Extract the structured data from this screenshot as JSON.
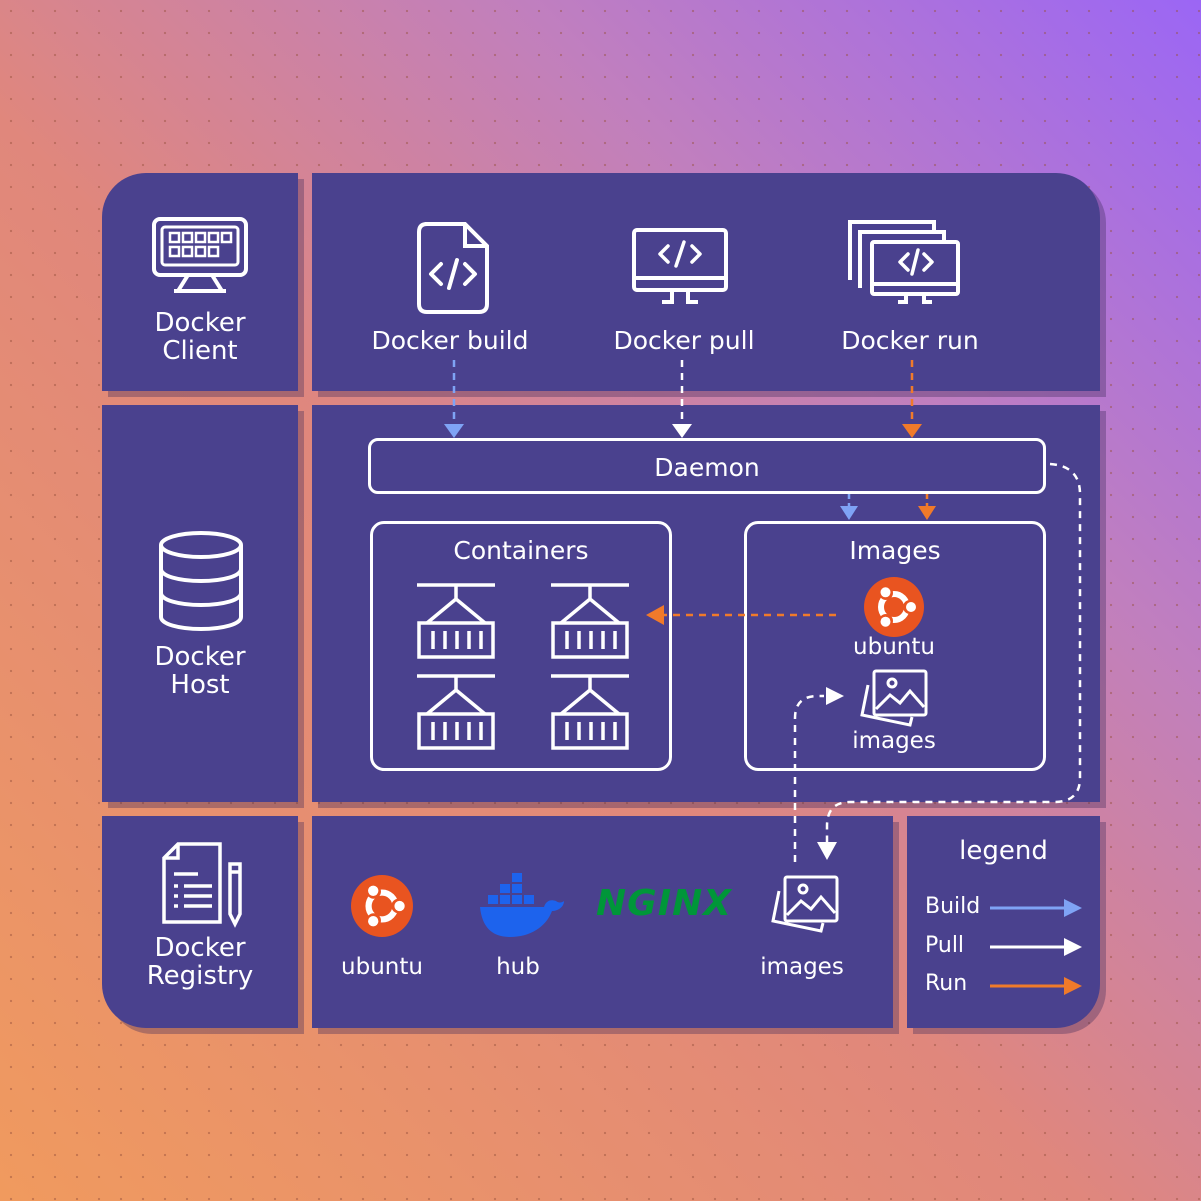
{
  "rows": {
    "client_label": "Docker\nClient",
    "host_label": "Docker\nHost",
    "registry_label": "Docker\nRegistry"
  },
  "commands": [
    {
      "label": "Docker build",
      "icon": "code-file-icon"
    },
    {
      "label": "Docker pull",
      "icon": "code-monitor-icon"
    },
    {
      "label": "Docker run",
      "icon": "stacked-monitors-icon"
    }
  ],
  "host": {
    "daemon_label": "Daemon",
    "containers_title": "Containers",
    "images_title": "Images",
    "image_items": [
      {
        "label": "ubuntu",
        "icon": "ubuntu-icon"
      },
      {
        "label": "images",
        "icon": "images-icon"
      }
    ]
  },
  "registry": {
    "items": [
      {
        "label": "ubuntu",
        "icon": "ubuntu-icon"
      },
      {
        "label": "hub",
        "icon": "docker-whale-icon"
      },
      {
        "label": "",
        "logo_text": "NGINX",
        "icon": "nginx-logo"
      },
      {
        "label": "images",
        "icon": "images-icon"
      }
    ]
  },
  "legend": {
    "title": "legend",
    "items": [
      {
        "label": "Build",
        "color": "#7fa3f5"
      },
      {
        "label": "Pull",
        "color": "#ffffff"
      },
      {
        "label": "Run",
        "color": "#f07a2a"
      }
    ]
  },
  "colors": {
    "panel": "#4a418e",
    "build": "#7fa3f5",
    "pull": "#ffffff",
    "run": "#f07a2a",
    "ubuntu": "#e95420",
    "docker": "#1d63ed",
    "nginx": "#009639"
  }
}
